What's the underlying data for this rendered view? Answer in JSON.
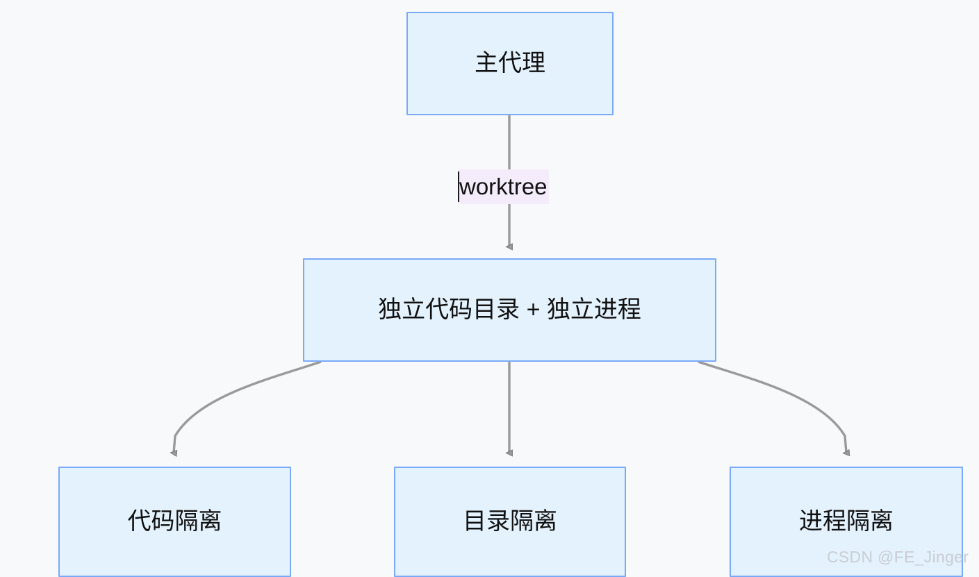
{
  "diagram": {
    "type": "flowchart",
    "direction": "top-down",
    "background_color": "#f8f9fb",
    "node_fill_color": "#e4f2fd",
    "node_border_color": "#7aaaf7",
    "edge_color": "#9a9a9a",
    "edge_label_bg_color": "#f4ecfa",
    "text_color": "#111111",
    "nodes": [
      {
        "id": "root",
        "label": "主代理"
      },
      {
        "id": "worktree_result",
        "label": "独立代码目录 + 独立进程"
      },
      {
        "id": "code_isolation",
        "label": "代码隔离"
      },
      {
        "id": "dir_isolation",
        "label": "目录隔离"
      },
      {
        "id": "proc_isolation",
        "label": "进程隔离"
      }
    ],
    "edges": [
      {
        "from": "root",
        "to": "worktree_result",
        "label": "worktree"
      },
      {
        "from": "worktree_result",
        "to": "code_isolation",
        "label": ""
      },
      {
        "from": "worktree_result",
        "to": "dir_isolation",
        "label": ""
      },
      {
        "from": "worktree_result",
        "to": "proc_isolation",
        "label": ""
      }
    ]
  },
  "watermark": {
    "text": "CSDN @FE_Jinger"
  }
}
